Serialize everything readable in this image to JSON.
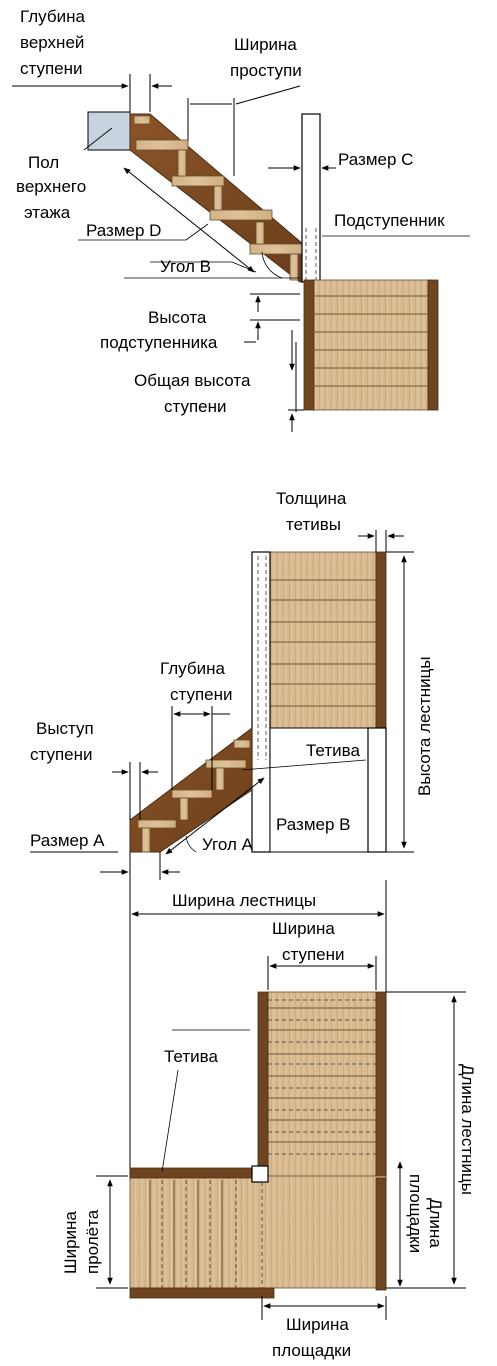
{
  "diagram1": {
    "top_step_depth": [
      "Глубина",
      "верхней",
      "ступени"
    ],
    "tread_width": [
      "Ширина",
      "проступи"
    ],
    "upper_floor": [
      "Пол",
      "верхнего",
      "этажа"
    ],
    "size_c": "Размер C",
    "size_d": "Размер D",
    "riser": "Подступенник",
    "angle_b": "Угол B",
    "riser_height": [
      "Высота",
      "подступенника"
    ],
    "total_step_height": [
      "Общая высота",
      "ступени"
    ]
  },
  "diagram2": {
    "stringer_thickness": [
      "Толщина",
      "тетивы"
    ],
    "stair_height": "Высота лестницы",
    "step_depth": [
      "Глубина",
      "ступени"
    ],
    "step_nosing": [
      "Выступ",
      "ступени"
    ],
    "stringer": "Тетива",
    "size_b": "Размер B",
    "size_a": "Размер А",
    "angle_a": "Угол А"
  },
  "diagram3": {
    "stair_width": "Ширина лестницы",
    "step_width": [
      "Ширина",
      "ступени"
    ],
    "stringer": "Тетива",
    "stair_length": "Длина лестницы",
    "span_width": [
      "Ширина",
      "пролёта"
    ],
    "landing_length": [
      "Длина",
      "площадки"
    ],
    "landing_width": [
      "Ширина",
      "площадки"
    ]
  },
  "colors": {
    "wood_light": "#d8b98e",
    "wood_dark": "#7a4a22",
    "stroke": "#000000"
  }
}
